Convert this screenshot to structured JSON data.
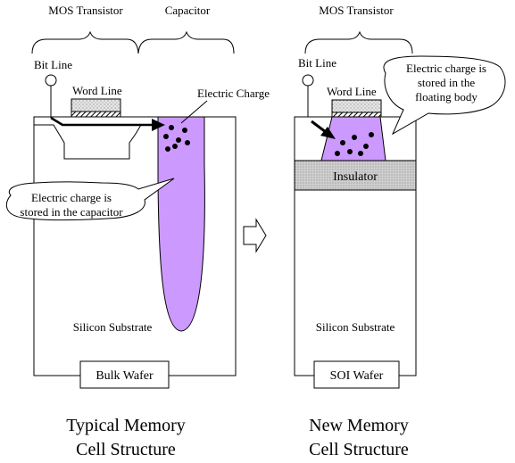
{
  "left": {
    "brace_mos": "MOS Transistor",
    "brace_cap": "Capacitor",
    "bit_line": "Bit Line",
    "word_line": "Word Line",
    "electric_charge": "Electric Charge",
    "callout_line1": "Electric charge is",
    "callout_line2": "stored in the capacitor",
    "substrate": "Silicon Substrate",
    "wafer": "Bulk Wafer",
    "caption_line1": "Typical Memory",
    "caption_line2": "Cell Structure"
  },
  "right": {
    "brace_mos": "MOS Transistor",
    "bit_line": "Bit Line",
    "word_line": "Word Line",
    "callout_line1": "Electric charge is",
    "callout_line2": "stored in the",
    "callout_line3": "floating body",
    "insulator": "Insulator",
    "substrate": "Silicon Substrate",
    "wafer": "SOI Wafer",
    "caption_line1": "New Memory",
    "caption_line2": "Cell Structure"
  },
  "colors": {
    "charge_region": "#cc99ff",
    "insulator": "#d4d4d4",
    "gate": "#e8e8e8"
  }
}
